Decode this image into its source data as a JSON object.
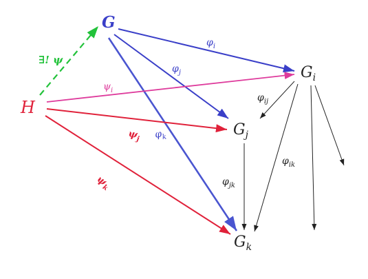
{
  "colors": {
    "blue": "#3a3fc8",
    "red": "#e0213a",
    "magenta": "#de3b9c",
    "green": "#22c23a",
    "black": "#222222"
  },
  "nodes": {
    "G": "G",
    "H": "H",
    "Gi": "G_i",
    "Gj": "G_j",
    "Gk": "G_k"
  },
  "labels": {
    "exists_unique_psi": "∃! ψ",
    "phi_i": "φ_i",
    "phi_j": "φ_j",
    "phi_k": "φ_k",
    "psi_i": "ψ_i",
    "psi_j": "ψ_j",
    "psi_k": "ψ_k",
    "phi_ij": "φ_ij",
    "phi_ik": "φ_ik",
    "phi_jk": "φ_jk"
  }
}
